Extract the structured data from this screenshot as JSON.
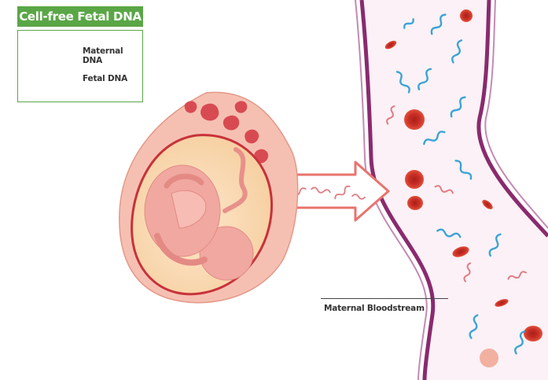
{
  "title": "Cell-free Fetal DNA",
  "legend": {
    "items": [
      {
        "label": "Maternal DNA",
        "color": "#3ca4d4"
      },
      {
        "label": "Fetal DNA",
        "color": "#e07b84"
      }
    ]
  },
  "annotation": "Maternal Bloodstream",
  "colors": {
    "accent_green": "#5aa646",
    "vessel_wall": "#8a2a6e",
    "red_blood_cell": "#d93a2a",
    "uterus_tissue": "#f2b8a8",
    "amniotic_fluid": "#f6d2a8",
    "fetus": "#f0a8a0"
  }
}
